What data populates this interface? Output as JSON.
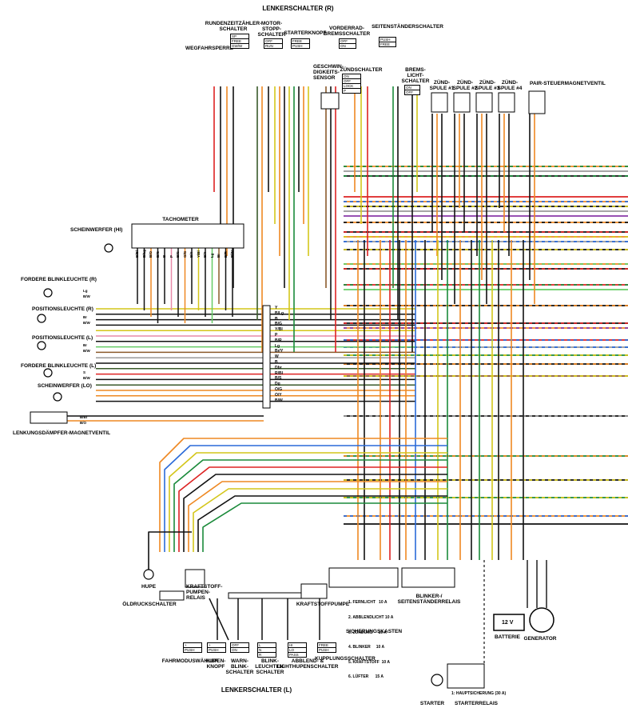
{
  "titles": {
    "top": "LENKERSCHALTER (R)",
    "bottom": "LENKERSCHALTER (L)"
  },
  "components": {
    "rundenzeit": "RUNDENZEITZÄHLER-\nSCHALTER",
    "motor_stopp": "MOTOR-\nSTOPP-\nSCHALTER",
    "starterknopf": "STARTERKNOPF",
    "vorderrad_brems": "VORDERRAD-\nBREMSSCHALTER",
    "seitenstaender": "SEITENSTÄNDERSCHALTER",
    "wegfahrsperre": "WEGFAHRSPERRE",
    "geschwindigkeit": "GESCHWIN-\nDIGKEITS-\nSENSOR",
    "zuendschalter": "ZÜNDSCHALTER",
    "bremslicht": "BREMS-\nLICHT-\nSCHALTER",
    "zuendspule1": "ZÜND-\nSPULE #1",
    "zuendspule2": "ZÜND-\nSPULE #2",
    "zuendspule3": "ZÜND-\nSPULE #3",
    "zuendspule4": "ZÜND-\nSPULE #4",
    "pair": "PAIR-STEUERMAGNETVENTIL",
    "tachometer": "TACHOMETER",
    "scheinwerfer_hi": "SCHEINWERFER (HI)",
    "blink_r": "FORDERE BLINKLEUCHTE (R)",
    "pos_r": "POSITIONSLEUCHTE (R)",
    "pos_l": "POSITIONSLEUCHTE (L)",
    "blink_l": "FORDERE BLINKLEUCHTE (L)",
    "scheinwerfer_lo": "SCHEINWERFER (LO)",
    "lenkungsdaempfer": "LENKUNGSDÄMPFER-MAGNETVENTIL",
    "hupe": "HUPE",
    "oeldruck": "ÖLDRUCKSCHALTER",
    "kraftstoffpumpenrelais": "KRAFTSTOFF-\nPUMPEN-\nRELAIS",
    "kraftstoffpumpe": "KRAFTSTOFFPUMPE",
    "sicherungskasten": "SICHERUNGSKASTEN",
    "blinkerrelais": "BLINKER-/\nSEITENSTÄNDERRELAIS",
    "batterie": "BATTERIE",
    "batterie_v": "12 V",
    "generator": "GENERATOR",
    "fahrmodus": "FAHRMODUSWÄHLER",
    "hupenknopf": "HUPEN-\nKNOPF",
    "warnblink": "WARN-\nBLINK-\nSCHALTER",
    "blinkleuchten_schalter": "BLINK-\nLEUCHTEN-\nSCHALTER",
    "abblend": "ABBLEND- &\nLICHTHUPENSCHALTER",
    "kupplung": "KUPPLUNGSSCHALTER",
    "starter": "STARTER",
    "starterrelais": "STARTERRELAIS",
    "hauptsicherung": "1: HAUPTSICHERUNG (30 A)"
  },
  "fuses": [
    "1. FERNLICHT   10 A",
    "2. ABBLENDLICHT 10 A",
    "3. ZÜNDUNG     10 A",
    "4. BLINKER     10 A",
    "5. KRAFTSTOFF  10 A",
    "6. LÜFTER      15 A"
  ],
  "switch_tables": {
    "rundenzeit": [
      "SP",
      "FREE",
      "GW/W"
    ],
    "motor_stopp": [
      "OFF",
      "RUN"
    ],
    "starterknopf": [
      "FREE",
      "PUSH"
    ],
    "vorderrad": [
      "OFF",
      "ON"
    ],
    "seitenstaender": [
      "PUSH",
      "FREE"
    ],
    "zuendschalter": [
      "ON",
      "OFF",
      "LOCK",
      "P"
    ],
    "bremslicht": [
      "ON",
      "OFF"
    ],
    "fahrmodus": [
      "+",
      "PUSH"
    ],
    "hupenknopf": [
      "+",
      "PUSH"
    ],
    "warnblink": [
      "OFF",
      "ON"
    ],
    "blinkleuchten": [
      "L",
      "N",
      "R"
    ],
    "abblend": [
      "HI",
      "LO",
      "PASS"
    ],
    "kupplung": [
      "FREE",
      "PUSH"
    ]
  },
  "bus_labels": [
    "Y",
    "B/Lg",
    "B",
    "B/G",
    "Y/Bl",
    "P",
    "B/R",
    "Lg",
    "Br/Y",
    "W",
    "B",
    "Dbr",
    "R/Bl",
    "B/S",
    "Dg",
    "O/G",
    "O/Y",
    "B/W"
  ],
  "lamp_wire_labels": {
    "blink_r": [
      "Lg",
      "B/W"
    ],
    "pos_r": [
      "Br",
      "B/W"
    ],
    "pos_l": [
      "Br",
      "B/W"
    ],
    "blink_l": [
      "S",
      "B/W"
    ],
    "daempfer": [
      "B/Bl",
      "B/O"
    ]
  },
  "tacho_pins": [
    "B/Bl",
    "B/Lg",
    "B/O",
    "B/G",
    "B",
    "P",
    "B/G",
    "O/G",
    "B/Y",
    "Y/Bl",
    "B/Y",
    "Lg",
    "Br",
    "B/R",
    "B/W"
  ],
  "colors": {
    "orange": "#ee8822",
    "yellow": "#d4c61a",
    "green": "#1a8a3a",
    "blue": "#2a6ad8",
    "red": "#dd2222",
    "black": "#111111",
    "brown": "#8b5a2b",
    "grey": "#999999",
    "violet": "#8a3aa8",
    "lightgreen": "#66cc66",
    "pink": "#e78aa8",
    "darkgreen": "#3a5a2a"
  }
}
